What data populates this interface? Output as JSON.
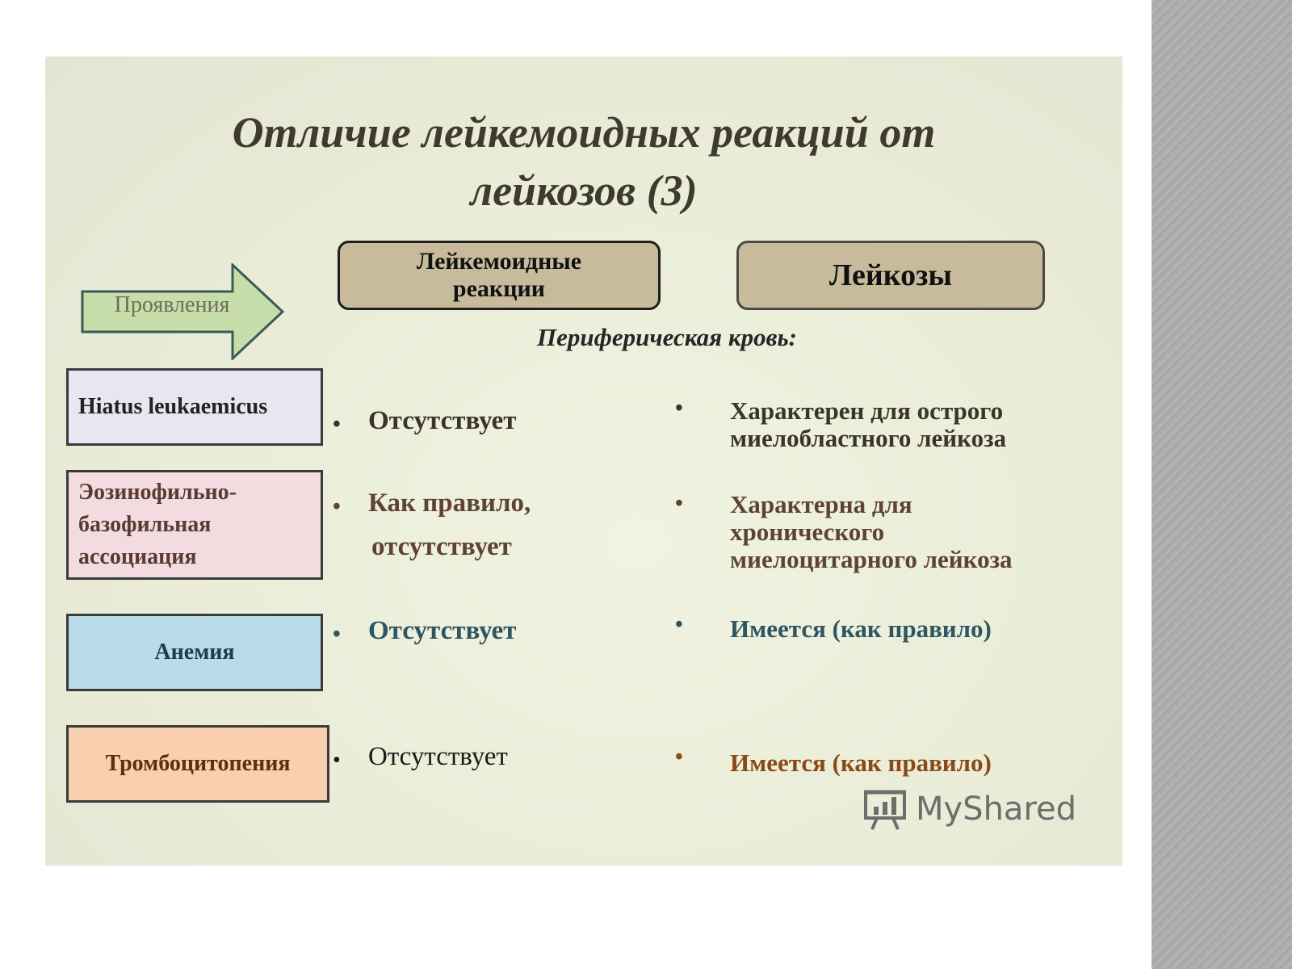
{
  "slide": {
    "title_lines": [
      "Отличие лейкемоидных реакций от",
      "лейкозов (3)"
    ],
    "columns": {
      "left_lines": [
        "Лейкемоидные",
        "реакции"
      ],
      "right": "Лейкозы"
    },
    "arrow_label": "Проявления",
    "subheader": "Периферическая кровь:",
    "rows": [
      {
        "label": "Hiatus leukaemicus",
        "left": "Отсутствует",
        "right_lines": [
          "Характерен для острого",
          "миелобластного лейкоза"
        ]
      },
      {
        "label_lines": [
          "Эозинофильно-",
          "базофильная",
          "ассоциация"
        ],
        "left_lines": [
          "Как правило,",
          "отсутствует"
        ],
        "right_lines": [
          "Характерна для",
          "хронического",
          "миелоцитарного лейкоза"
        ]
      },
      {
        "label": "Анемия",
        "left": "Отсутствует",
        "right": "Имеется (как правило)"
      },
      {
        "label": "Тромбоцитопения",
        "left": "Отсутствует",
        "right": "Имеется (как правило)"
      }
    ],
    "bullet": "•",
    "watermark": "MyShared",
    "colors": {
      "header_fill": "#c8bb9c",
      "arrow_fill": "#c7deaa",
      "row1_fill": "#e9e5f1",
      "row2_fill": "#f2dcdf",
      "row3_fill": "#b8dcea",
      "row4_fill": "#f8d0b0"
    }
  }
}
